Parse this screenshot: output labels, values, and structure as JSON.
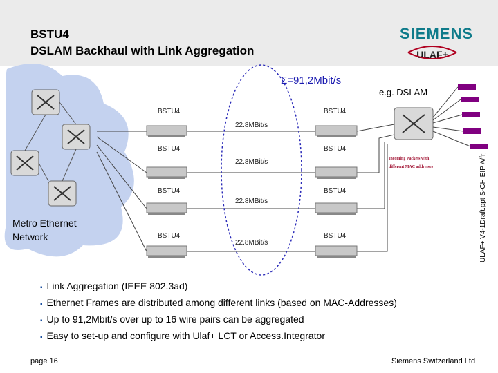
{
  "header": {
    "title_line1": "BSTU4",
    "title_line2": "DSLAM Backhaul with Link Aggregation",
    "brand": "SIEMENS",
    "product_logo": "ULAF+"
  },
  "side_label": "ULAF+ V4-1Draft.ppt  S-CH EIP A/frj",
  "diagram": {
    "sum_label": "Σ=91,2Mbit/s",
    "dslam_label": "e.g. DSLAM",
    "incoming_label_line1": "Incoming Packets with",
    "incoming_label_line2": "different MAC addresses",
    "cloud_label_line1": "Metro Ethernet",
    "cloud_label_line2": "Network",
    "links": [
      {
        "left": "BSTU4",
        "right": "BSTU4",
        "rate": "22.8MBit/s"
      },
      {
        "left": "BSTU4",
        "right": "BSTU4",
        "rate": "22.8MBit/s"
      },
      {
        "left": "BSTU4",
        "right": "BSTU4",
        "rate": "22.8MBit/s"
      },
      {
        "left": "BSTU4",
        "right": "BSTU4",
        "rate": "22.8MBit/s"
      }
    ],
    "colors": {
      "cloud": "#c4d2ef",
      "oval": "#2a2ab8",
      "ports": "#800080"
    }
  },
  "bullets": [
    "Link Aggregation (IEEE 802.3ad)",
    "Ethernet Frames are distributed among different links (based on MAC-Addresses)",
    "Up to 91,2Mbit/s over up to 16 wire pairs can be aggregated",
    "Easy to set-up and configure with Ulaf+ LCT or Access.Integrator"
  ],
  "footer": {
    "page": "page 16",
    "company": "Siemens Switzerland Ltd"
  }
}
